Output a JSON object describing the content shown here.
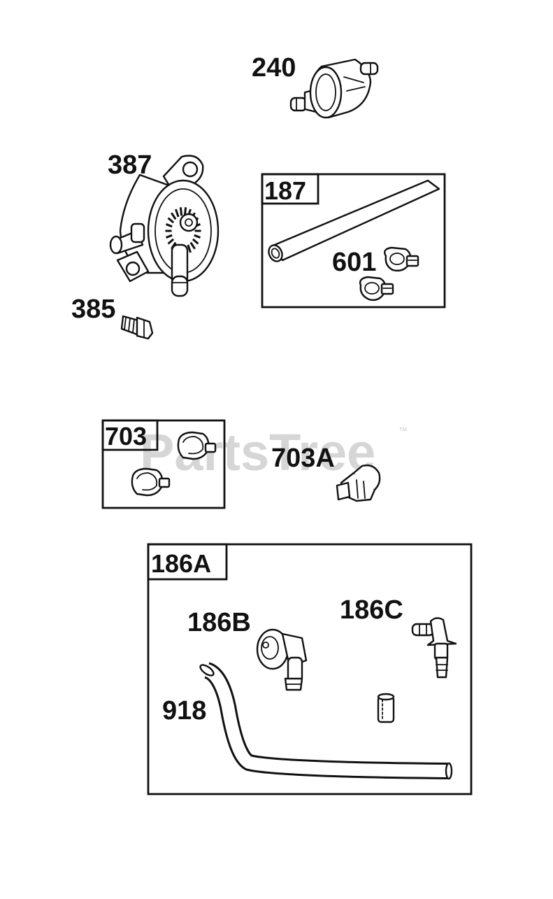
{
  "diagram": {
    "watermark": {
      "text": "PartsTree",
      "trademark": "™"
    },
    "part_labels": [
      {
        "id": "240",
        "text": "240"
      },
      {
        "id": "387",
        "text": "387"
      },
      {
        "id": "385",
        "text": "385"
      },
      {
        "id": "601",
        "text": "601"
      },
      {
        "id": "703A",
        "text": "703A"
      },
      {
        "id": "186B",
        "text": "186B"
      },
      {
        "id": "186C",
        "text": "186C"
      },
      {
        "id": "918",
        "text": "918"
      }
    ],
    "kit_boxes": [
      {
        "id": "187",
        "text": "187"
      },
      {
        "id": "703",
        "text": "703"
      },
      {
        "id": "186A",
        "text": "186A"
      }
    ]
  }
}
